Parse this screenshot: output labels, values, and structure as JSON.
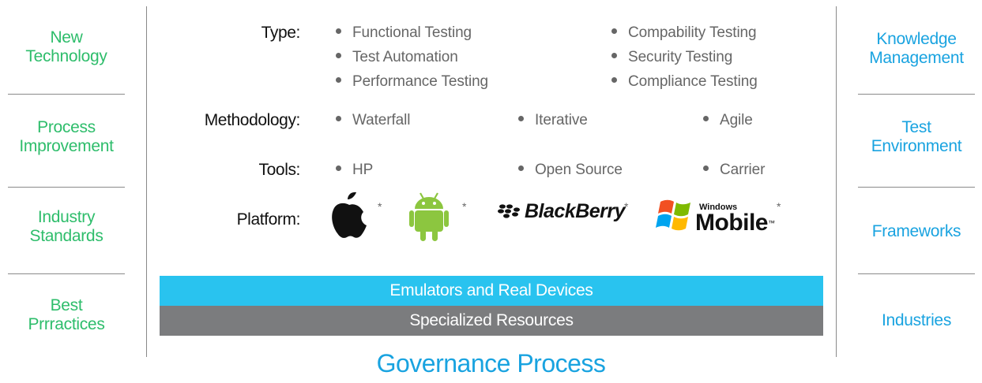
{
  "left_column": [
    {
      "line1": "New",
      "line2": "Technology"
    },
    {
      "line1": "Process",
      "line2": "Improvement"
    },
    {
      "line1": "Industry",
      "line2": "Standards"
    },
    {
      "line1": "Best",
      "line2": "Prrractices"
    }
  ],
  "right_column": [
    {
      "line1": "Knowledge",
      "line2": "Management"
    },
    {
      "line1": "Test",
      "line2": "Environment"
    },
    {
      "line1": "Frameworks",
      "line2": ""
    },
    {
      "line1": "Industries",
      "line2": ""
    }
  ],
  "rows": {
    "type": {
      "label": "Type:",
      "items": [
        "Functional Testing",
        "Test Automation",
        "Performance Testing",
        "Compability Testing",
        "Security Testing",
        "Compliance Testing"
      ]
    },
    "methodology": {
      "label": "Methodology:",
      "items": [
        "Waterfall",
        "Iterative",
        "Agile"
      ]
    },
    "tools": {
      "label": "Tools:",
      "items": [
        "HP",
        "Open Source",
        "Carrier"
      ]
    },
    "platform": {
      "label": "Platform:",
      "items": [
        {
          "name": "apple-logo",
          "star": "*"
        },
        {
          "name": "android-logo",
          "star": "*"
        },
        {
          "name": "blackberry-logo",
          "text": "BlackBerry",
          "star": "*"
        },
        {
          "name": "windows-mobile-logo",
          "text_small": "Windows",
          "text_big": "Mobile",
          "tm": "™",
          "star": "*"
        }
      ]
    }
  },
  "bars": {
    "top": "Emulators and Real Devices",
    "bottom": "Specialized Resources"
  },
  "footer": "Governance Process",
  "colors": {
    "left_text": "#2ebd6b",
    "right_text": "#19a3e0",
    "bar_top": "#29c3ef",
    "bar_bottom": "#7b7c7e",
    "footer": "#19a3e0"
  }
}
